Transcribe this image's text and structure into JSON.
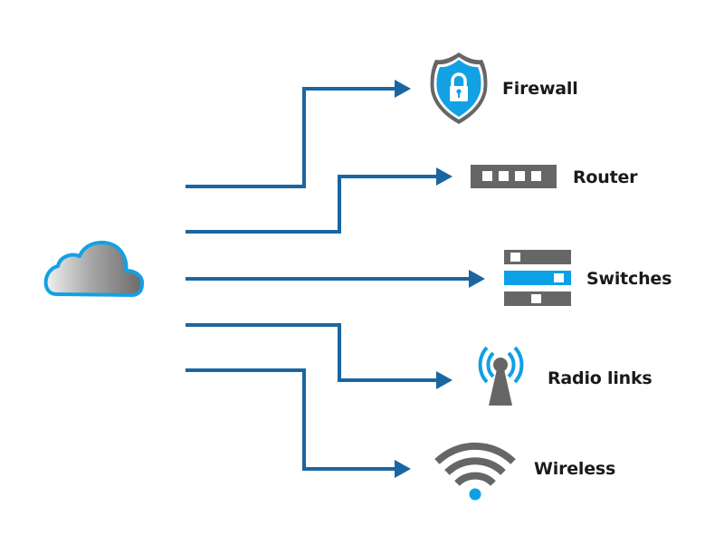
{
  "title": "Cloud network services diagram",
  "colors": {
    "connector": "#1b66a0",
    "accent_blue": "#0ea0e6",
    "icon_gray": "#666666",
    "text": "#1a1a1a"
  },
  "source": {
    "name": "Cloud",
    "icon": "cloud-icon"
  },
  "targets": [
    {
      "label": "Firewall",
      "icon": "shield-lock-icon"
    },
    {
      "label": "Router",
      "icon": "router-icon"
    },
    {
      "label": "Switches",
      "icon": "switches-icon"
    },
    {
      "label": "Radio links",
      "icon": "radio-tower-icon"
    },
    {
      "label": "Wireless",
      "icon": "wifi-icon"
    }
  ]
}
